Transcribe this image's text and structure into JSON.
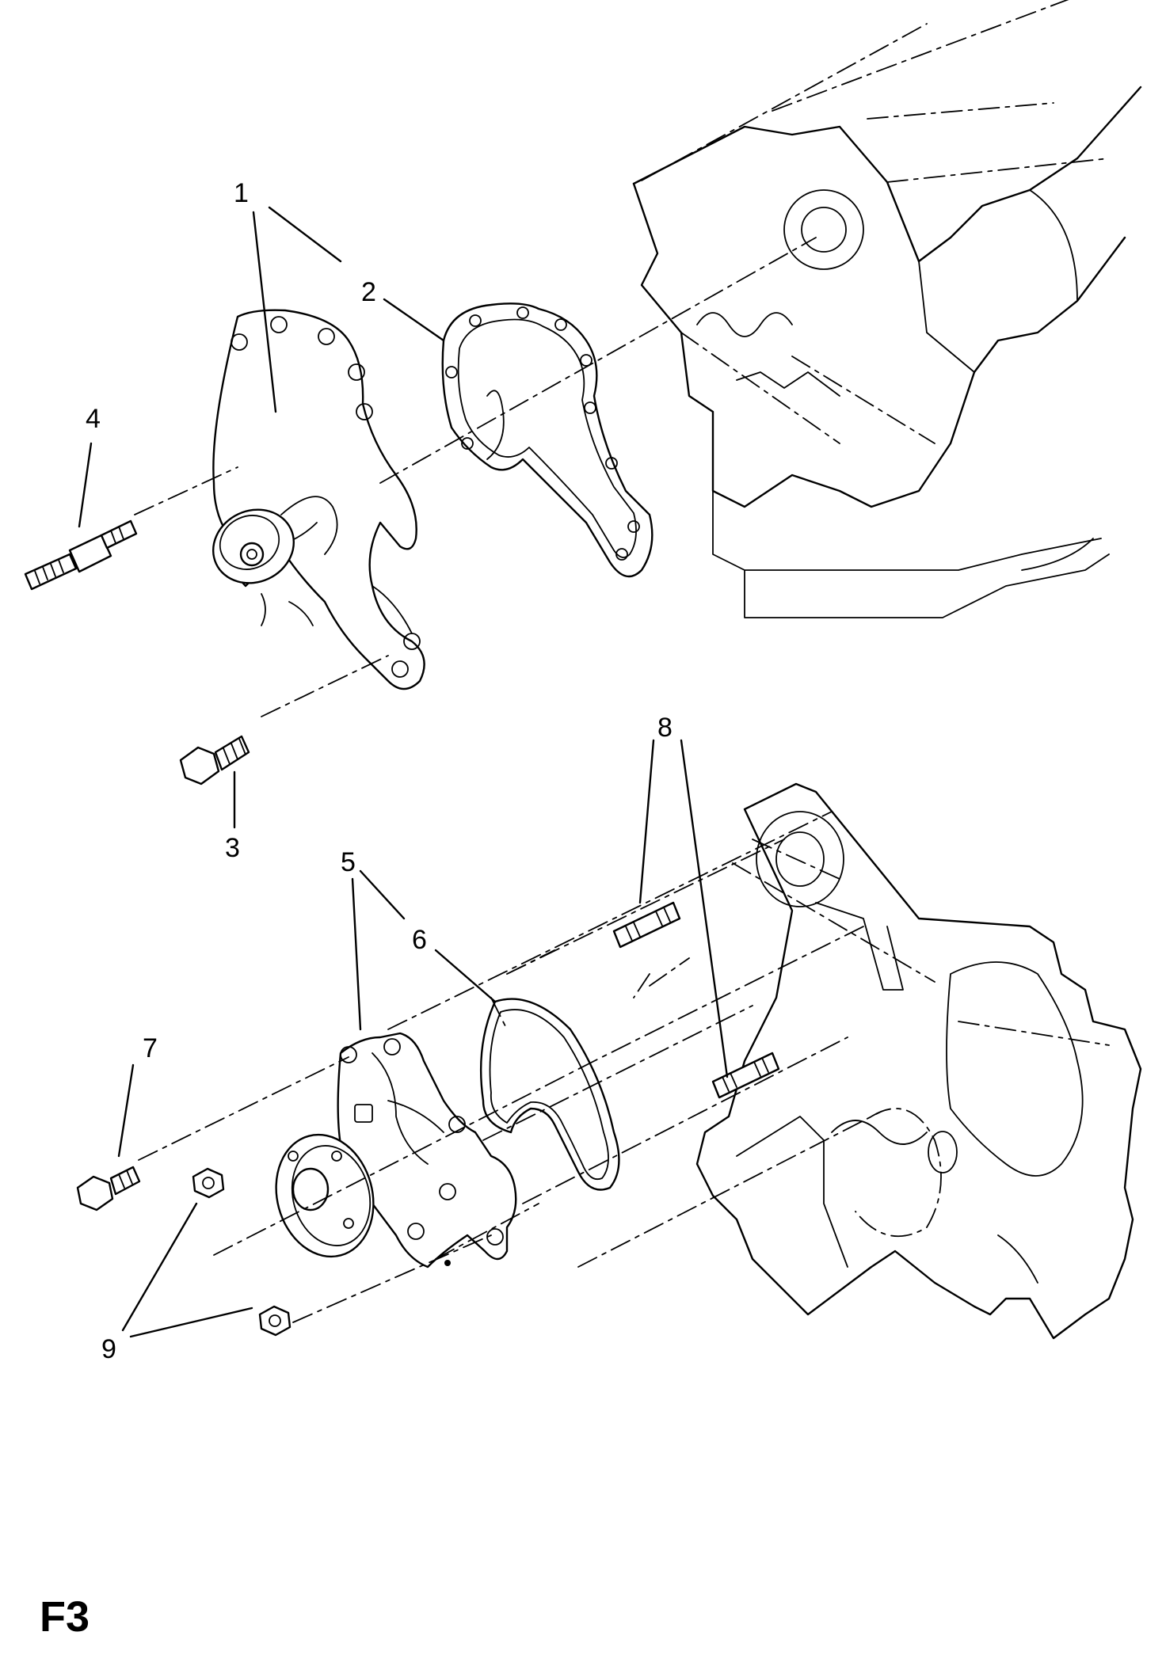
{
  "callouts": {
    "c1": "1",
    "c2": "2",
    "c3": "3",
    "c4": "4",
    "c5": "5",
    "c6": "6",
    "c7": "7",
    "c8": "8",
    "c9": "9"
  },
  "figure_code": "F3"
}
